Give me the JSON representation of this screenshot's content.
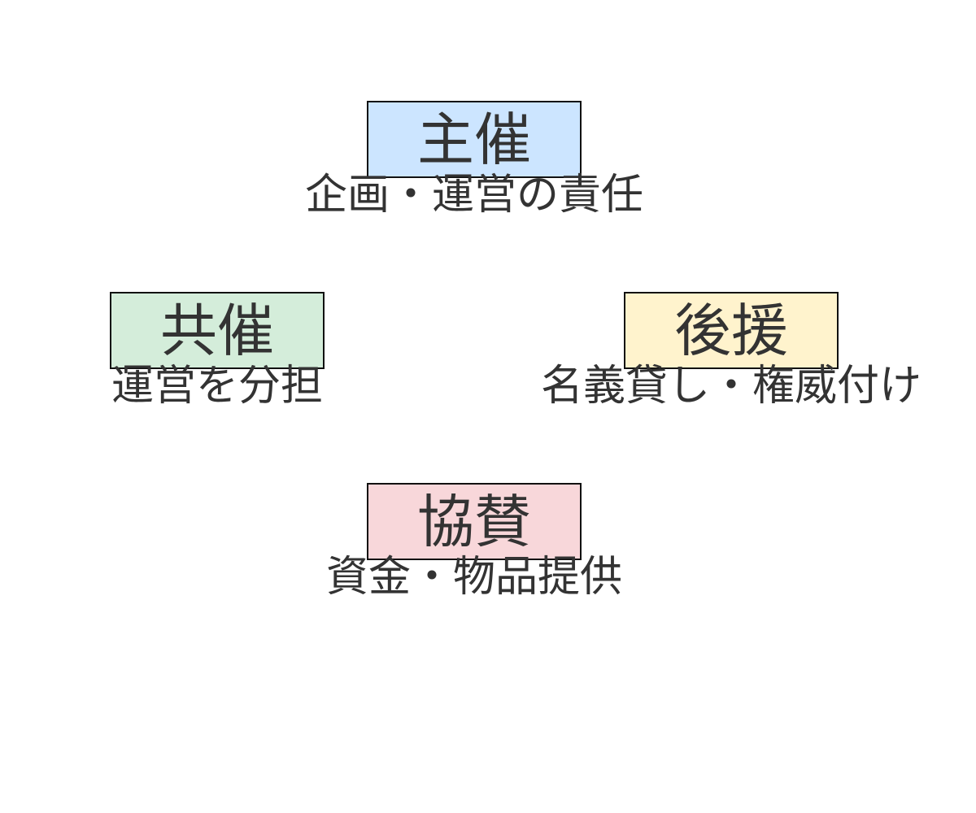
{
  "nodes": [
    {
      "label": "主催",
      "description": "企画・運営の責任",
      "color": "#cce5ff"
    },
    {
      "label": "共催",
      "description": "運営を分担",
      "color": "#d4edda"
    },
    {
      "label": "後援",
      "description": "名義貸し・権威付け",
      "color": "#fff3cd"
    },
    {
      "label": "協賛",
      "description": "資金・物品提供",
      "color": "#f8d7da"
    }
  ]
}
